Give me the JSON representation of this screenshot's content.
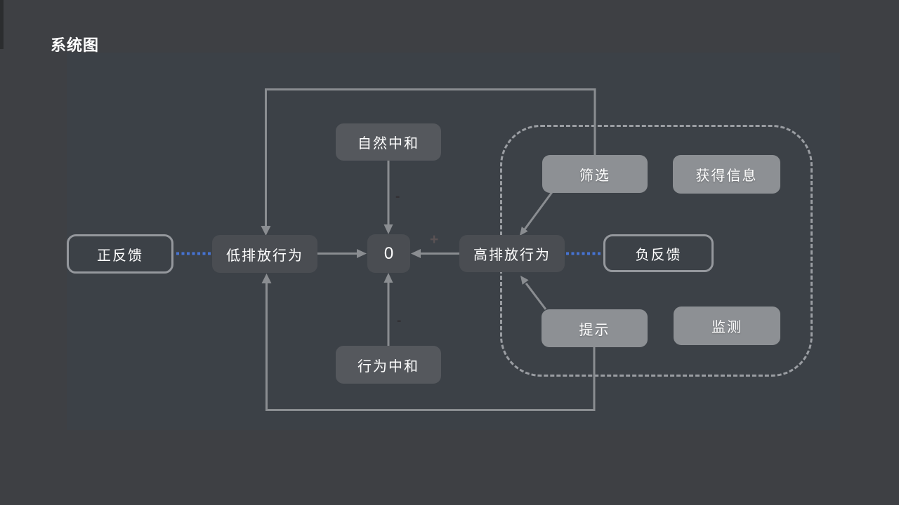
{
  "title": "系统图",
  "nodes": {
    "natural_neutralization": {
      "label": "自然中和"
    },
    "behavior_neutralization": {
      "label": "行为中和"
    },
    "low_emission": {
      "label": "低排放行为"
    },
    "high_emission": {
      "label": "高排放行为"
    },
    "zero": {
      "label": "0"
    },
    "positive_feedback": {
      "label": "正反馈"
    },
    "negative_feedback": {
      "label": "负反馈"
    },
    "filter": {
      "label": "筛选"
    },
    "get_info": {
      "label": "获得信息"
    },
    "hint": {
      "label": "提示"
    },
    "monitor": {
      "label": "监测"
    }
  },
  "edges": [
    {
      "from": "自然中和",
      "to": "0",
      "label": "-",
      "style": "solid-arrow"
    },
    {
      "from": "行为中和",
      "to": "0",
      "label": "-",
      "style": "solid-arrow"
    },
    {
      "from": "高排放行为",
      "to": "0",
      "label": "+",
      "style": "solid-arrow"
    },
    {
      "from": "低排放行为",
      "to": "0",
      "label": "",
      "style": "solid-arrow"
    },
    {
      "from": "筛选",
      "to": "低排放行为",
      "label": "",
      "style": "solid-arrow-loop-top"
    },
    {
      "from": "提示",
      "to": "低排放行为",
      "label": "",
      "style": "solid-arrow-loop-bottom"
    },
    {
      "from": "筛选",
      "to": "高排放行为",
      "label": "",
      "style": "solid-arrow"
    },
    {
      "from": "提示",
      "to": "高排放行为",
      "label": "",
      "style": "solid-arrow"
    },
    {
      "from": "正反馈",
      "to": "低排放行为",
      "label": "",
      "style": "dotted-blue"
    },
    {
      "from": "高排放行为",
      "to": "负反馈",
      "label": "",
      "style": "dotted-blue"
    }
  ],
  "colors": {
    "background": "#3e4044",
    "panel": "#3c4147",
    "node_dark": "#4a4d52",
    "node_medium": "#55585d",
    "node_light": "#8d9094",
    "outline_border": "#95989d",
    "dashed_border": "#9a9da2",
    "arrow": "#8a8d91",
    "dotted_blue": "#4673d2",
    "text": "#ffffff"
  }
}
